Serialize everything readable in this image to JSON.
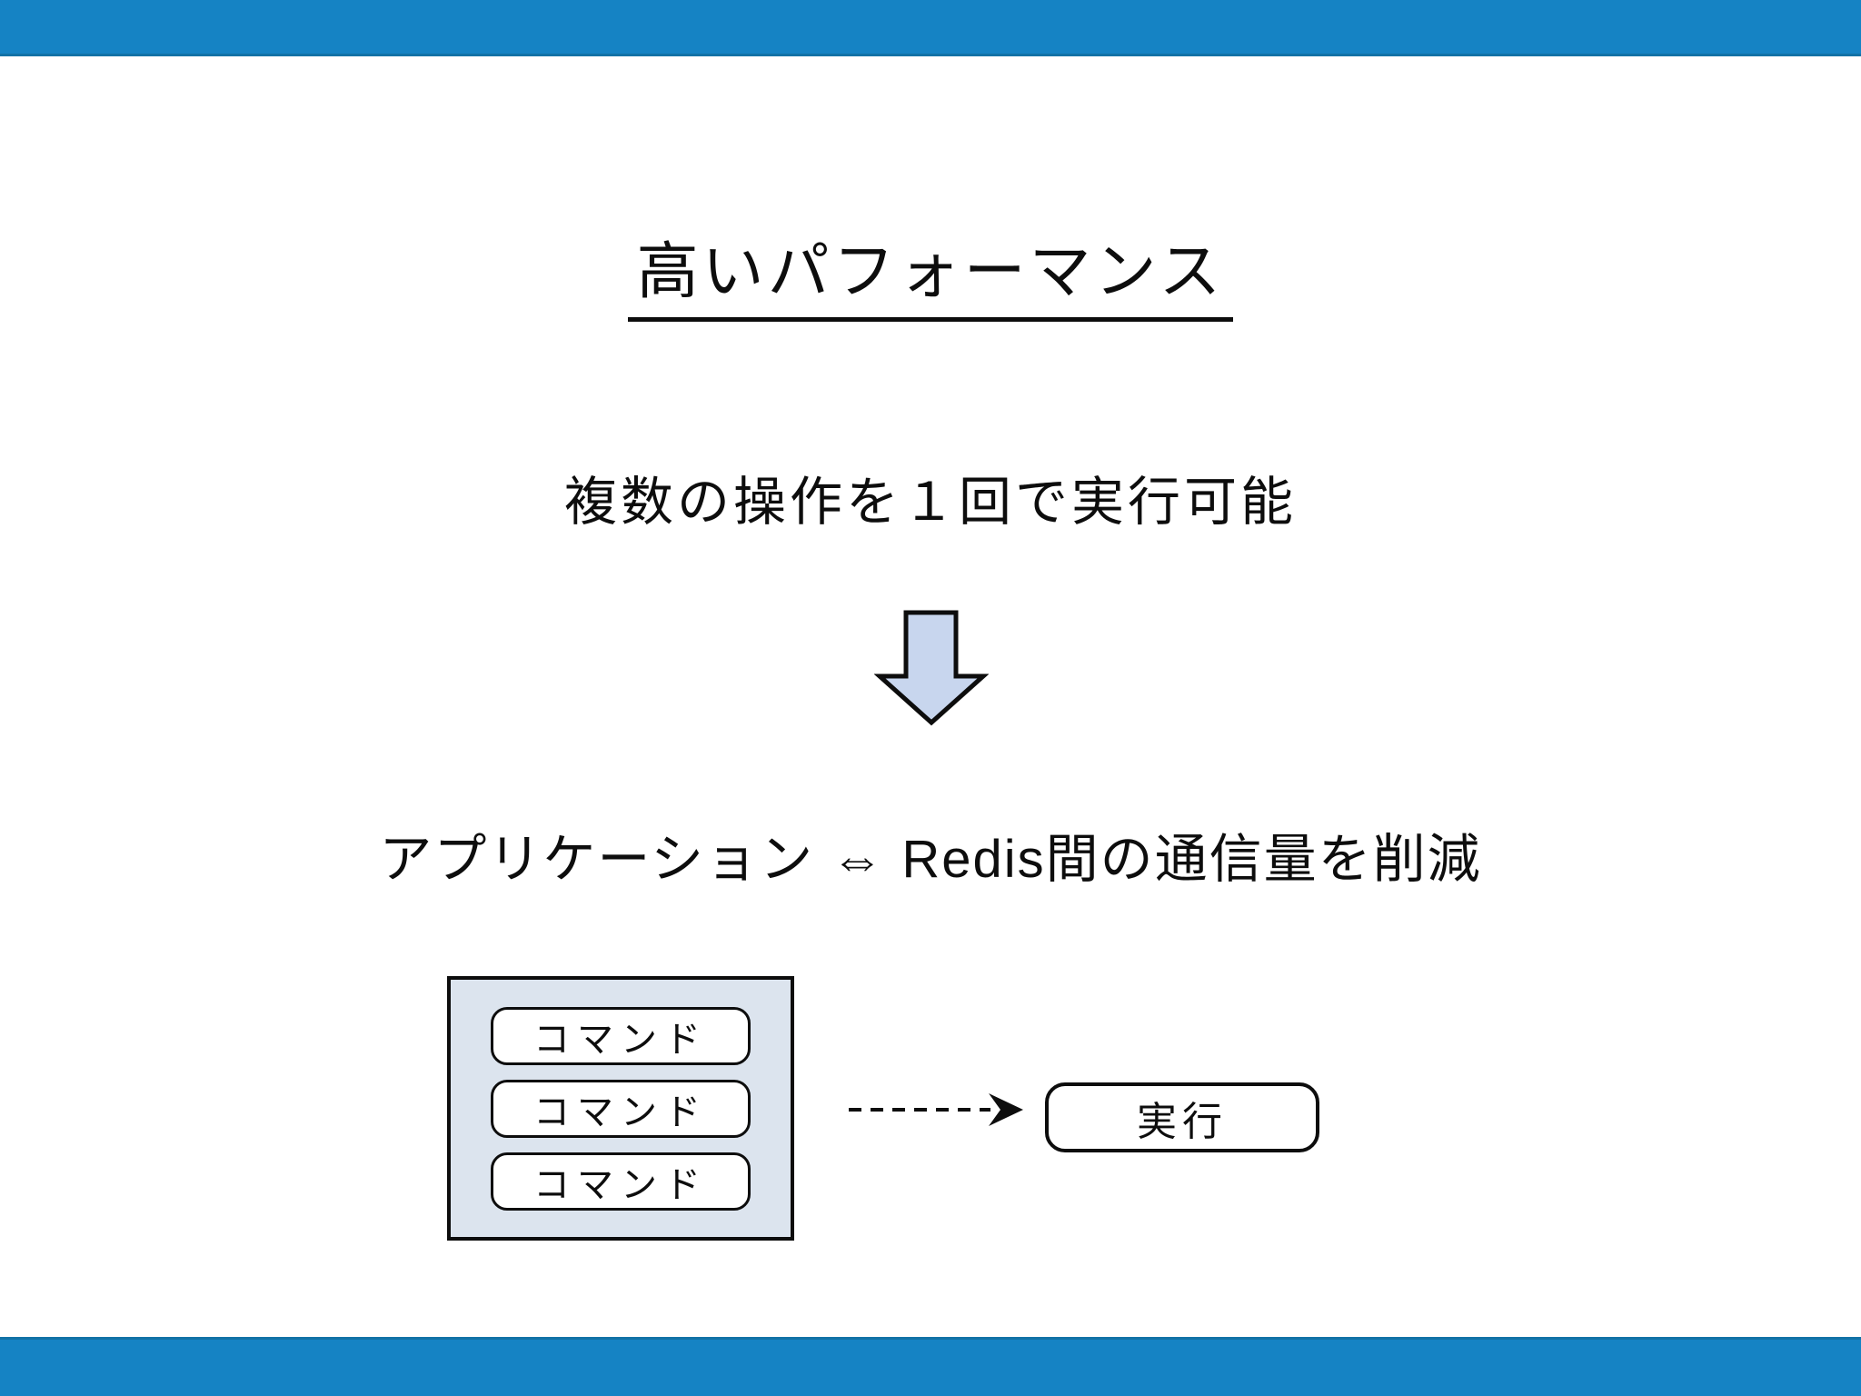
{
  "slide": {
    "title": "高いパフォーマンス",
    "subtitle": "複数の操作を１回で実行可能",
    "conclusion": "アプリケーション ⇔ Redis間の通信量を削減",
    "diagram": {
      "commands": [
        "コマンド",
        "コマンド",
        "コマンド"
      ],
      "execute_label": "実行"
    },
    "colors": {
      "bar_blue": "#1583c4",
      "bar_edge": "#1272a6",
      "arrow_fill": "#c8d6ee",
      "box_fill": "#dce4ee",
      "ink": "#0d0d0d"
    }
  }
}
